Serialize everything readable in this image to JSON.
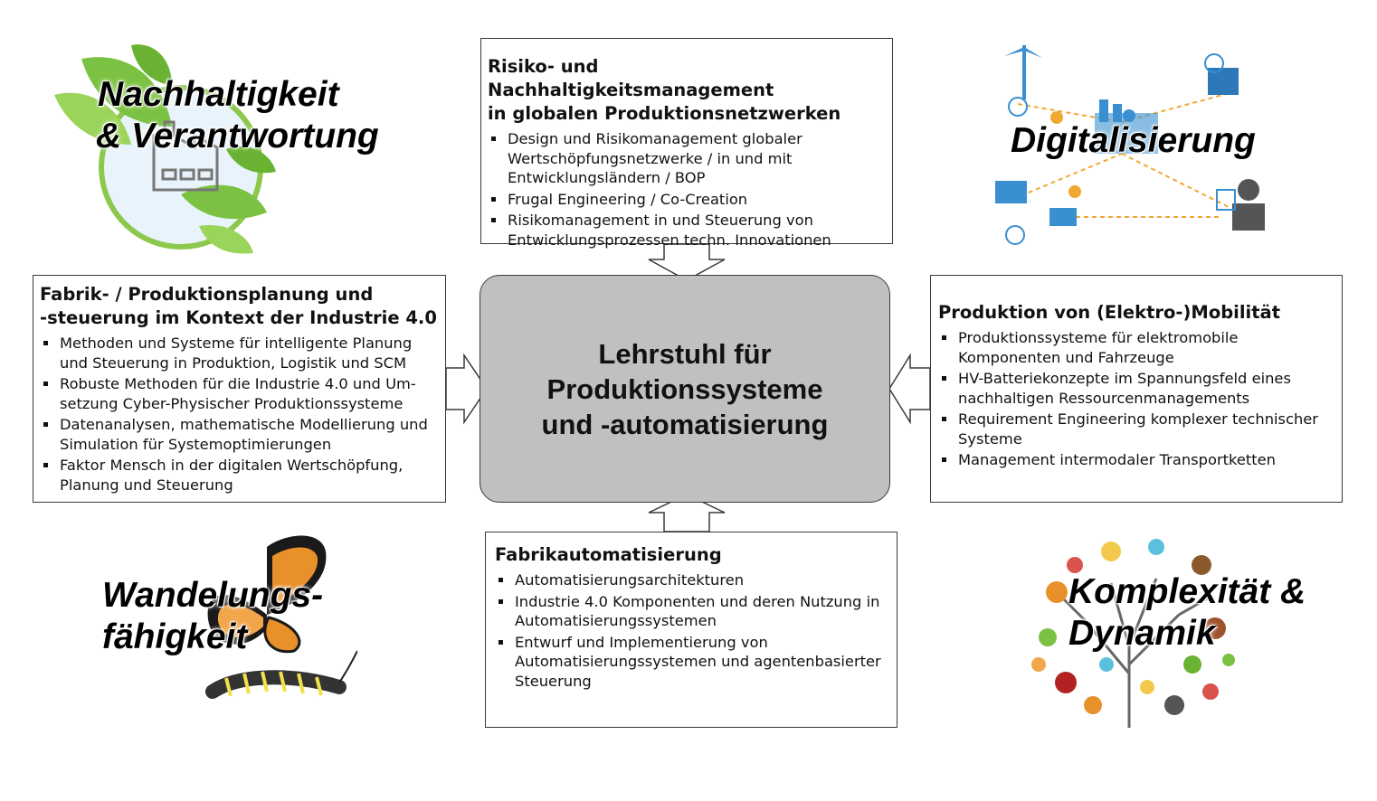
{
  "center": {
    "lines": [
      "Lehrstuhl für",
      "Produktionssysteme",
      "und -automatisierung"
    ]
  },
  "top_box": {
    "title_lines": [
      "Risiko- und Nachhaltigkeitsmanagement",
      "in globalen Produktionsnetzwerken"
    ],
    "items": [
      "Design und Risikomanagement globaler Wertschöpfungsnetzwerke / in und mit Entwicklungsländern / BOP",
      "Frugal Engineering / Co-Creation",
      "Risikomanagement in und Steuerung von Entwicklungsprozessen techn. Innovationen"
    ]
  },
  "left_box": {
    "title_lines": [
      "Fabrik- / Produktionsplanung und",
      "-steuerung im Kontext der Industrie 4.0"
    ],
    "items": [
      "Methoden und Systeme für intelligente Planung und Steuerung in Produktion, Logistik und SCM",
      "Robuste Methoden für die Industrie 4.0 und Um-setzung Cyber-Physischer Produktionssysteme",
      "Datenanalysen, mathematische Modellierung und Simulation für Systemoptimierungen",
      "Faktor Mensch in der digitalen Wertschöpfung, Planung und Steuerung"
    ]
  },
  "right_box": {
    "title_lines": [
      "Produktion von (Elektro-)Mobilität"
    ],
    "items": [
      "Produktionssysteme für elektromobile Komponenten und Fahrzeuge",
      "HV-Batteriekonzepte im Spannungsfeld eines nachhaltigen Ressourcenmanagements",
      "Requirement Engineering komplexer technischer Systeme",
      "Management intermodaler Transportketten"
    ]
  },
  "bottom_box": {
    "title_lines": [
      "Fabrikautomatisierung"
    ],
    "items": [
      "Automatisierungsarchitekturen",
      "Industrie 4.0 Komponenten und deren Nutzung in Automatisierungssystemen",
      "Entwurf und Implementierung von Automatisierungssystemen und agentenbasierter Steuerung"
    ]
  },
  "themes": {
    "nachhaltigkeit": [
      "Nachhaltigkeit",
      "& Verantwortung"
    ],
    "digitalisierung": [
      "Digitalisierung"
    ],
    "wandelung": [
      "Wandelungs-",
      "fähigkeit"
    ],
    "komplexitaet": [
      "Komplexität &",
      "Dynamik"
    ]
  },
  "colors": {
    "center_fill": "#c0c0c0",
    "leaf_green": "#7cc242",
    "digital_blue": "#3a8fd1",
    "butterfly_orange": "#e8902a"
  }
}
